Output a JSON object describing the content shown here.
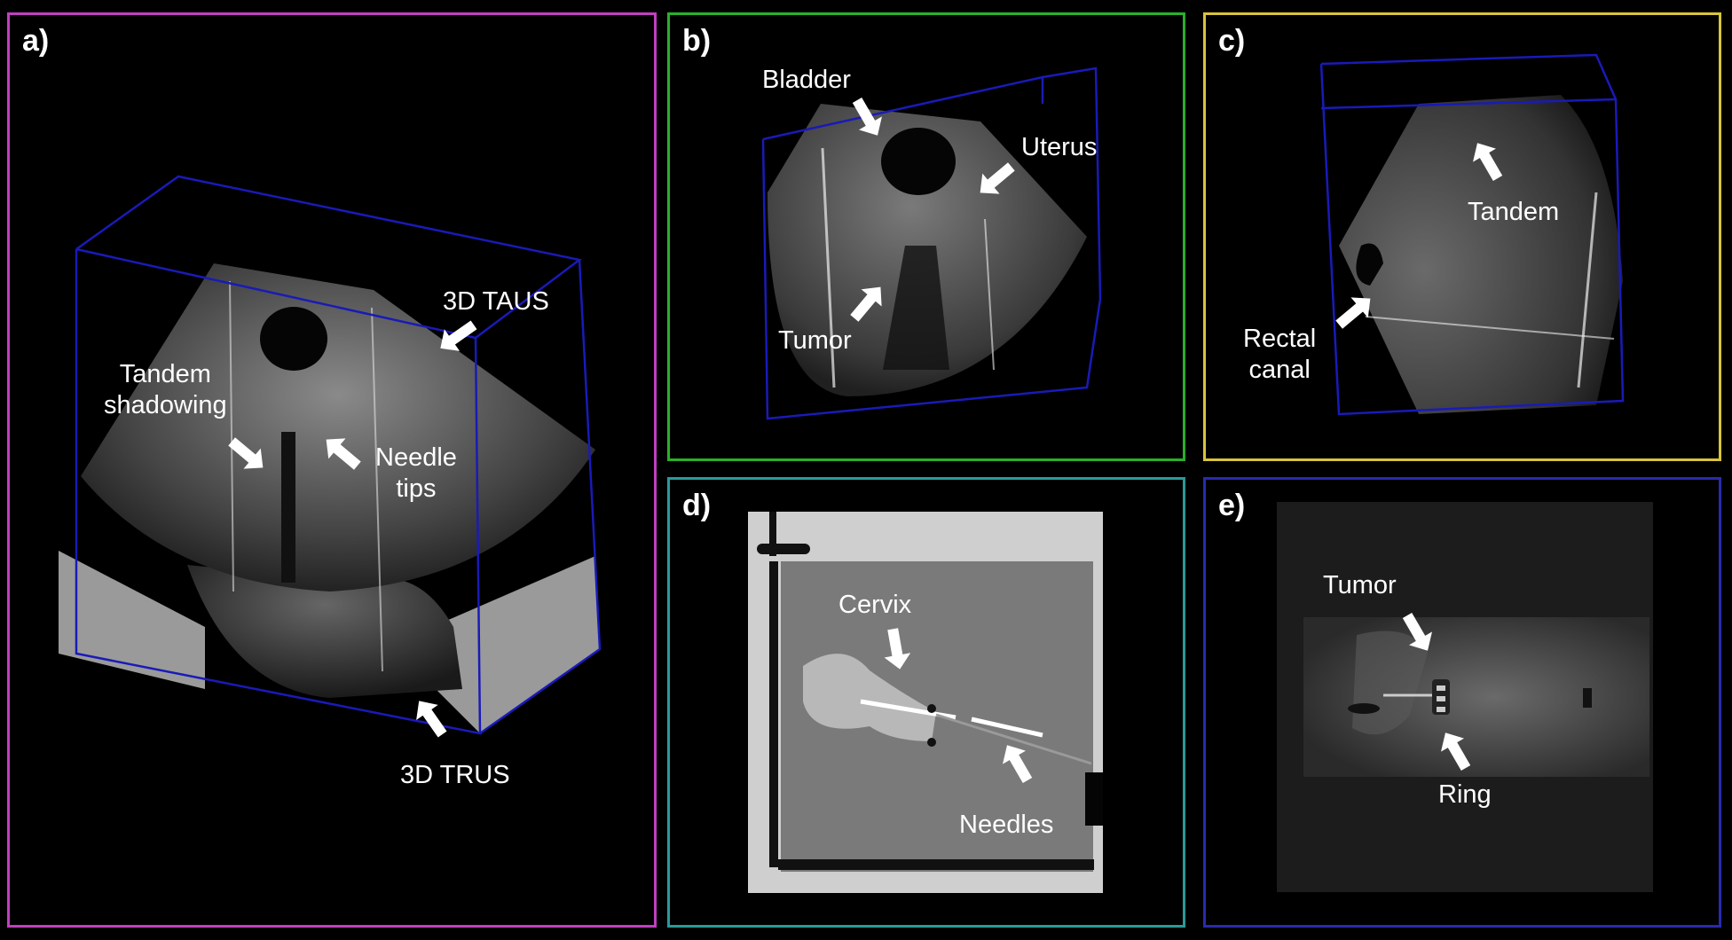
{
  "panels": {
    "a": {
      "label": "a)",
      "border": "#c040c0",
      "annotations": [
        "3D TAUS",
        "Tandem\nshadowing",
        "Needle\ntips",
        "3D TRUS"
      ]
    },
    "b": {
      "label": "b)",
      "border": "#2ab02a",
      "annotations": [
        "Bladder",
        "Uterus",
        "Tumor"
      ]
    },
    "c": {
      "label": "c)",
      "border": "#d8c43a",
      "annotations": [
        "Tandem",
        "Rectal\ncanal"
      ]
    },
    "d": {
      "label": "d)",
      "border": "#2a9a9a",
      "annotations": [
        "Cervix",
        "Needles"
      ]
    },
    "e": {
      "label": "e)",
      "border": "#2a2ab0",
      "annotations": [
        "Tumor",
        "Ring"
      ]
    }
  },
  "colors": {
    "volume_box": "#1a1ab8",
    "arrow": "#ffffff",
    "grey_floor": "#9a9a9a"
  }
}
